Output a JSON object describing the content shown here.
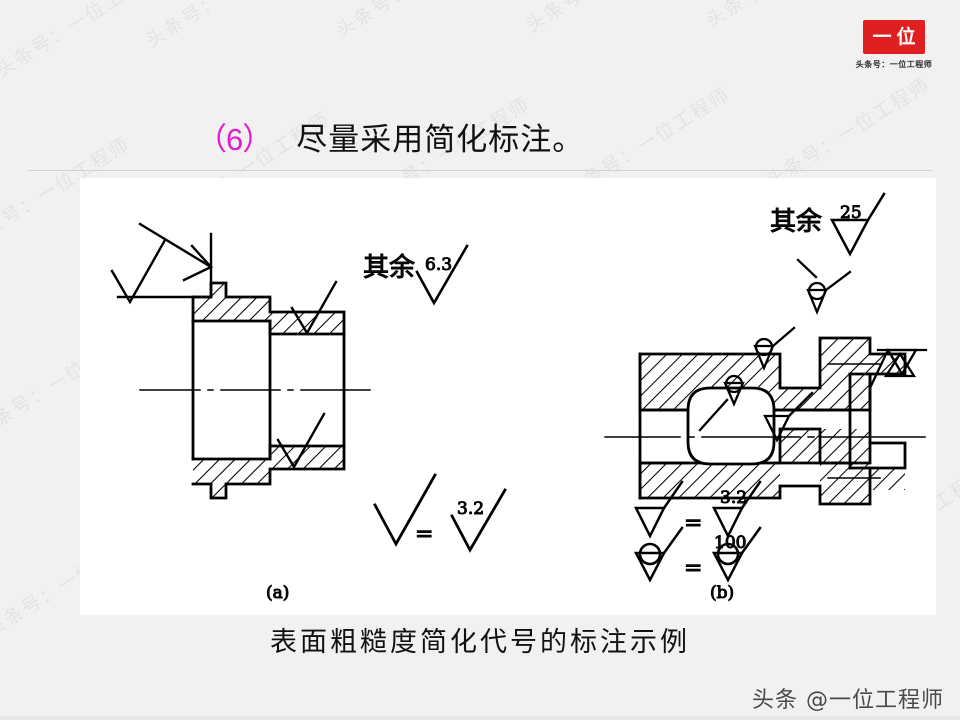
{
  "slide": {
    "title_number": "（6）",
    "title_text": "尽量采用简化标注。",
    "title_number_color": "#e31ccd",
    "caption": "表面粗糙度简化代号的标注示例",
    "footer_credit": "头条 @一位工程师",
    "background_color": "#f1f1f1",
    "panel_color": "#ffffff"
  },
  "logo": {
    "badge_text": "一位",
    "badge_color": "#e02020",
    "caption": "头条号：一位工程师"
  },
  "watermark": {
    "text": "头条号：一位工程师",
    "opacity": "0.055"
  },
  "figure_a": {
    "label": "(a)",
    "note_prefix": "其余",
    "note_value": "6.3",
    "note_symbol": "check-roughness-symbol",
    "legend": {
      "left_symbol": "check-roughness-symbol",
      "equals": "=",
      "right_value": "3.2",
      "right_symbol": "check-roughness-symbol"
    },
    "callouts": [
      {
        "name": "callout-upper-left",
        "symbol": "check-roughness-symbol"
      },
      {
        "name": "callout-top-step",
        "symbol": "check-roughness-symbol"
      },
      {
        "name": "callout-right-flange",
        "symbol": "check-roughness-symbol"
      },
      {
        "name": "callout-lower-bore",
        "symbol": "check-roughness-symbol"
      }
    ]
  },
  "figure_b": {
    "label": "(b)",
    "note_prefix": "其余",
    "note_value": "25",
    "note_symbol": "triangle-roughness-symbol",
    "legend_rows": [
      {
        "left_symbol": "triangle-roughness-symbol",
        "equals": "=",
        "right_value": "3.2",
        "right_symbol": "triangle-roughness-symbol"
      },
      {
        "left_symbol": "circle-triangle-roughness-symbol",
        "equals": "=",
        "right_value": "100",
        "right_symbol": "circle-triangle-roughness-symbol"
      }
    ],
    "callouts": [
      {
        "name": "callout-top-flange",
        "symbol": "circle-triangle-roughness-symbol"
      },
      {
        "name": "callout-top-bore",
        "symbol": "circle-triangle-roughness-symbol"
      },
      {
        "name": "callout-inner-cavity",
        "symbol": "circle-triangle-roughness-symbol"
      },
      {
        "name": "callout-center-face",
        "symbol": "triangle-roughness-symbol"
      },
      {
        "name": "callout-right-face",
        "symbol": "triangle-roughness-symbol"
      }
    ]
  }
}
